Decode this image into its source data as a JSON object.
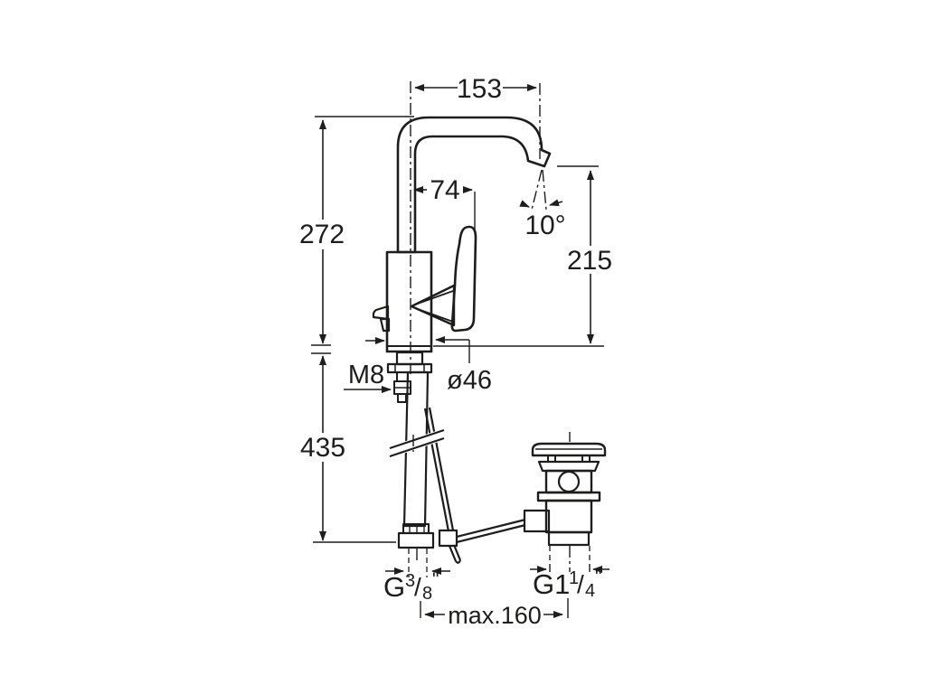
{
  "drawing": {
    "title": "single-lever basin mixer with pop-up waste - dimensional drawing",
    "colors": {
      "line": "#1d1d1b",
      "background": "#ffffff"
    },
    "labels": {
      "spout_reach": "153",
      "spout_to_handle_tip": "74",
      "stream_angle": "10°",
      "body_height": "272",
      "spout_outlet_height": "215",
      "fixing_stud_thread": "M8",
      "base_diameter": "ø46",
      "hose_drop_length": "435",
      "max_mounting_distance": "max.160",
      "inlet_thread": {
        "base": "G",
        "sup": "3",
        "slash": "/",
        "sub": "8",
        "unit": "\""
      },
      "waste_thread": {
        "base": "G1",
        "sup": "1",
        "slash": "/",
        "sub": "4",
        "unit": "\""
      }
    }
  }
}
